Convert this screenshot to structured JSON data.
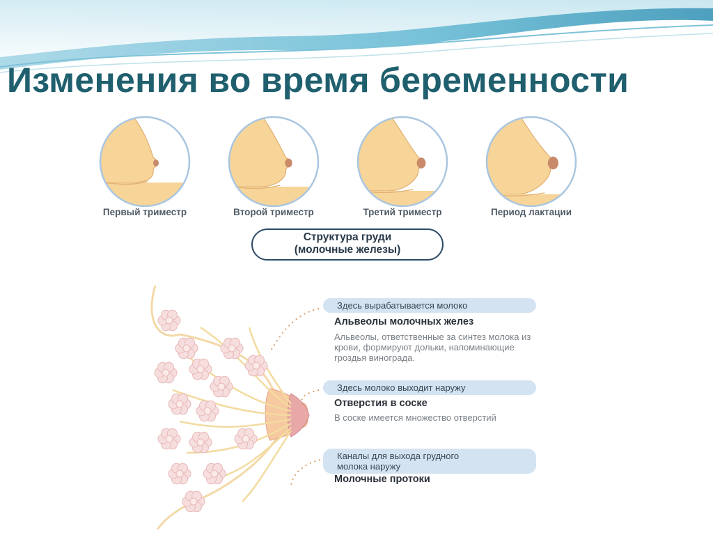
{
  "slide": {
    "title": "Изменения во время беременности"
  },
  "figure": {
    "stages": [
      {
        "label": "Первый триместр"
      },
      {
        "label": "Второй триместр"
      },
      {
        "label": "Третий триместр"
      },
      {
        "label": "Период лактации"
      }
    ],
    "structure_title_line1": "Структура груди",
    "structure_title_line2": "(молочные железы)",
    "items": [
      {
        "pill": "Здесь вырабатывается молоко",
        "title": "Альвеолы молочных желез",
        "desc_lines": [
          "Альвеолы, ответственные за синтез молока из",
          "крови, формируют дольки, напоминающие",
          "гроздья винограда."
        ]
      },
      {
        "pill": "Здесь молоко выходит наружу",
        "title": "Отверстия в соске",
        "desc_lines": [
          "В соске имеется множество отверстий"
        ]
      },
      {
        "pill_lines": [
          "Каналы для выхода грудного",
          "молока наружу"
        ],
        "title": "Молочные протоки"
      }
    ]
  },
  "colors": {
    "title": "#1f5f6e",
    "skin": "#f7d498",
    "skin_outline": "#e0b070",
    "nipple": "#c98a6a",
    "circle_border": "#aac6e0",
    "pill_bg": "#d3e3f2",
    "lobule": "#f7dede",
    "dots": "#d8a070"
  }
}
